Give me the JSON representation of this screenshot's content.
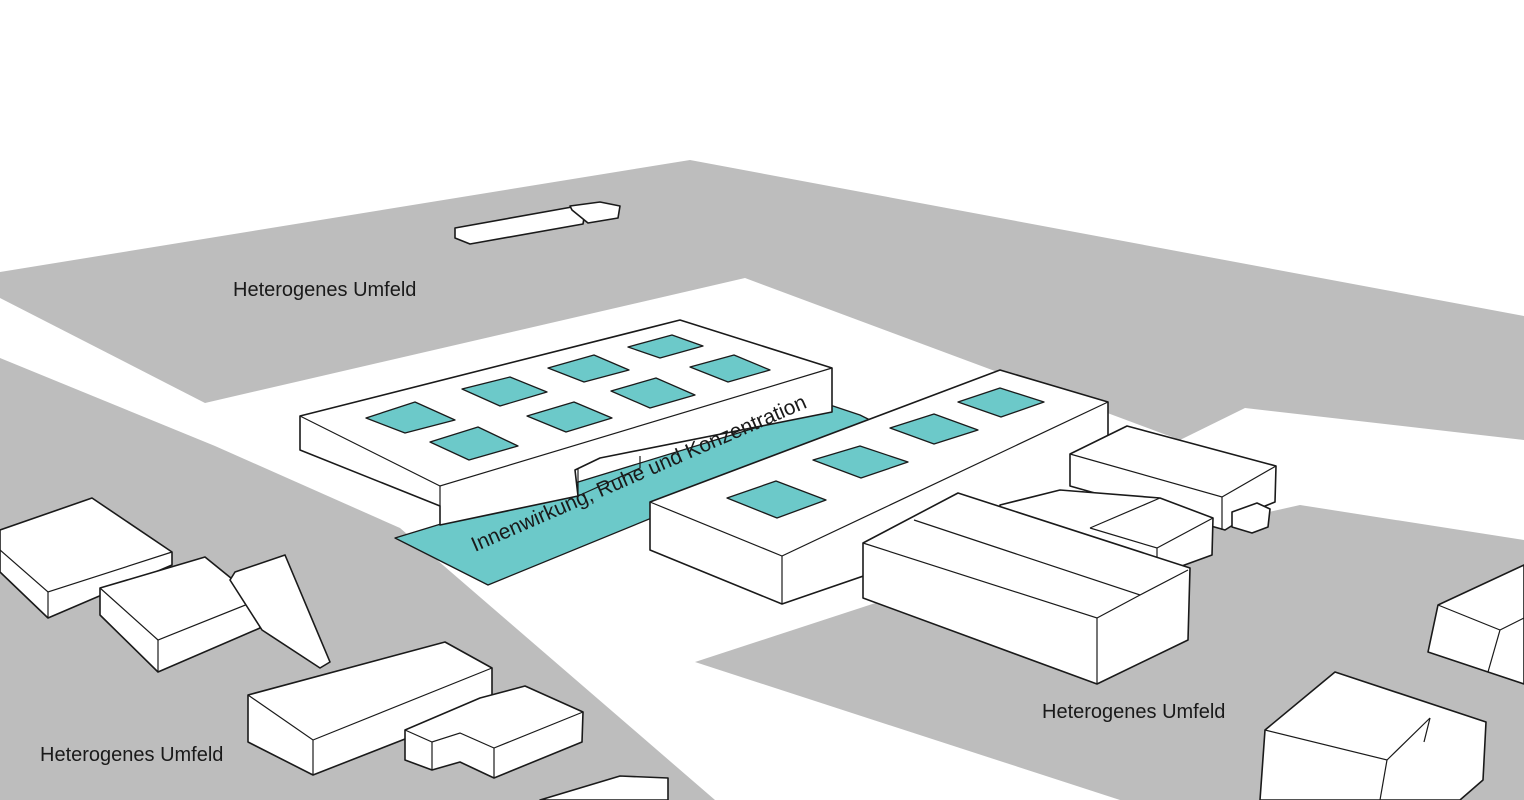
{
  "diagram": {
    "labels": {
      "surroundings_top": "Heterogenes Umfeld",
      "surroundings_bottom_left": "Heterogenes Umfeld",
      "surroundings_right": "Heterogenes Umfeld",
      "central_space": "Innenwirkung, Ruhe und Konzentration"
    },
    "colors": {
      "ground": "#bdbdbd",
      "courtyard": "#6cc9c9",
      "building": "#ffffff",
      "outline": "#1a1a1a"
    }
  }
}
